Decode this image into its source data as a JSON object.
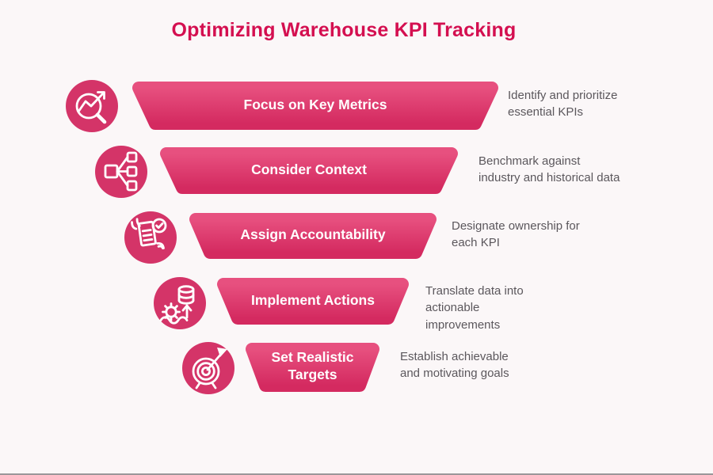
{
  "title": "Optimizing Warehouse KPI Tracking",
  "colors": {
    "title": "#d40f50",
    "bar_top": "#e7507f",
    "bar_bottom": "#d42a60",
    "icon_circle": "#d43468",
    "description": "#5b575c",
    "background": "#fbf7f8"
  },
  "stages": [
    {
      "label": "Focus on Key Metrics",
      "description": [
        "Identify and prioritize",
        "essential KPIs"
      ],
      "icon": "magnifier-trend-icon"
    },
    {
      "label": "Consider Context",
      "description": [
        "Benchmark against",
        "industry and historical data"
      ],
      "icon": "hierarchy-icon"
    },
    {
      "label": "Assign Accountability",
      "description": [
        "Designate ownership for",
        "each KPI"
      ],
      "icon": "checklist-hands-icon"
    },
    {
      "label": "Implement Actions",
      "description": [
        "Translate data into",
        "actionable",
        "improvements"
      ],
      "icon": "database-gear-icon"
    },
    {
      "label": [
        "Set Realistic",
        "Targets"
      ],
      "description": [
        "Establish achievable",
        "and motivating goals"
      ],
      "icon": "target-dart-icon"
    }
  ]
}
